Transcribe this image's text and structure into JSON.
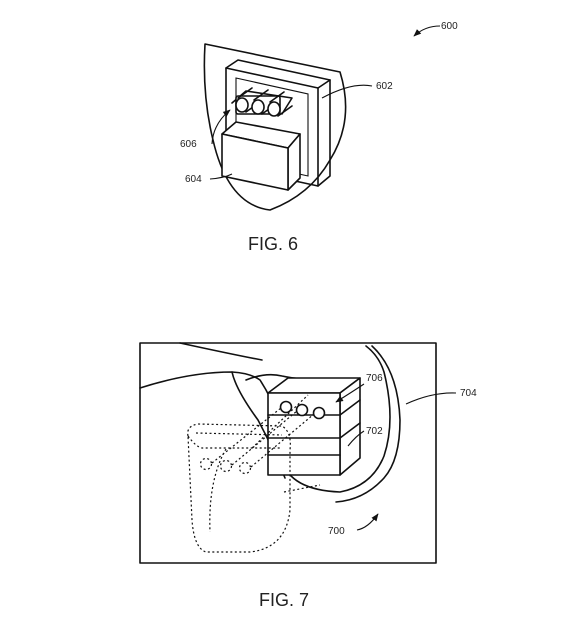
{
  "figures": [
    {
      "caption": "FIG. 6",
      "refs": {
        "assembly": "600",
        "frame": "602",
        "block": "604",
        "emitters": "606"
      }
    },
    {
      "caption": "FIG. 7",
      "refs": {
        "assembly": "700",
        "frame": "704",
        "block": "702",
        "emitters": "706"
      }
    }
  ]
}
